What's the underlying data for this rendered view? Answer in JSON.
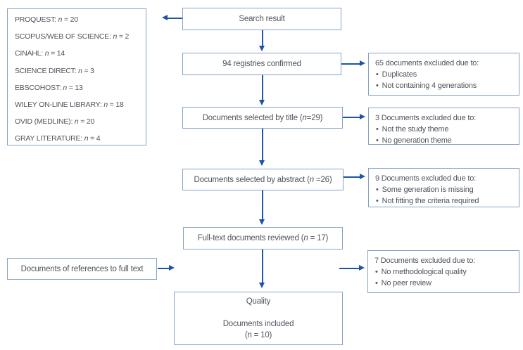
{
  "palette": {
    "bg": "#ffffff",
    "box_border": "#85a3c6",
    "arrow": "#1c55a6",
    "text": "#4f545c"
  },
  "glyphs": {
    "bullet": "•"
  },
  "sources_box": {
    "items": [
      {
        "label": "PROQUEST: ",
        "n": "n",
        "value": " = 20"
      },
      {
        "label": "SCOPUS/WEB OF SCIENCE: ",
        "n": "n",
        "value": " = 2"
      },
      {
        "label": "CINAHL: ",
        "n": "n",
        "value": " = 14"
      },
      {
        "label": "SCIENCE DIRECT: ",
        "n": "n",
        "value": " = 3"
      },
      {
        "label": "EBSCOHOST: ",
        "n": "n",
        "value": " = 13"
      },
      {
        "label": "WILEY ON-LINE LIBRARY: ",
        "n": "n",
        "value": " = 18"
      },
      {
        "label": "OVID (MEDLINE): ",
        "n": "n",
        "value": " = 20"
      },
      {
        "label": "GRAY LITERATURE: ",
        "n": "n",
        "value": " = 4"
      }
    ]
  },
  "flow": {
    "search": {
      "text": "Search result"
    },
    "registries": {
      "text": "94 registries confirmed"
    },
    "title": {
      "prefix": "Documents selected by title (",
      "n": "n",
      "suffix": "=29)"
    },
    "abstract": {
      "prefix": "Documents selected by abstract (",
      "n": "n",
      "suffix": " =26)"
    },
    "fulltext": {
      "prefix": "Full-text documents reviewed (",
      "n": "n",
      "suffix": " = 17)"
    },
    "references": {
      "text": "Documents of references to full text"
    },
    "quality": {
      "line1": "Quality",
      "line2": "Documents included",
      "line3": "(n = 10)"
    }
  },
  "exclusions": [
    {
      "heading": "65 documents excluded due to:",
      "bullets": [
        "Duplicates",
        "Not containing 4 generations"
      ]
    },
    {
      "heading": "3 Documents excluded due to:",
      "bullets": [
        "Not the study theme",
        "No generation theme"
      ]
    },
    {
      "heading": "9 Documents excluded due to:",
      "bullets": [
        "Some generation is missing",
        "Not fitting the criteria required"
      ]
    },
    {
      "heading": "7 Documents excluded due to:",
      "bullets": [
        "No methodological quality",
        "No peer review"
      ]
    }
  ]
}
